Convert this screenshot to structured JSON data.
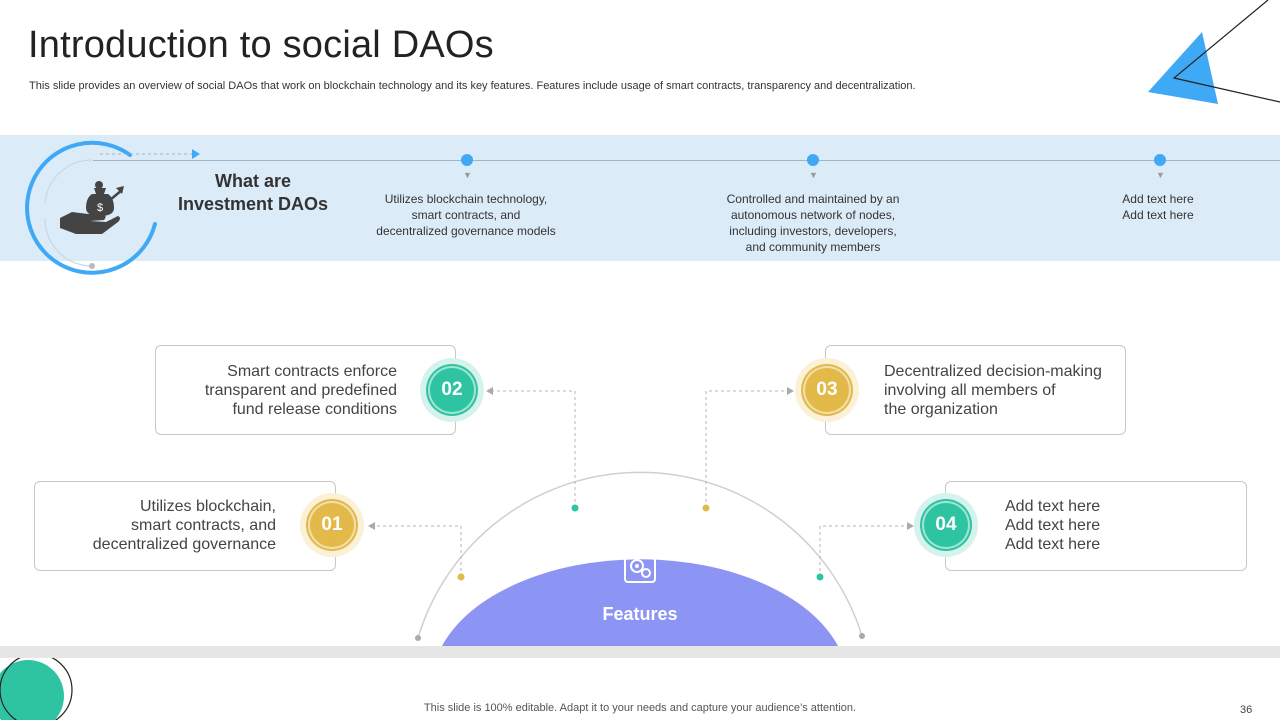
{
  "slide": {
    "title": "Introduction to social DAOs",
    "subtitle": "This slide provides an overview of social DAOs that work on blockchain technology and its key features. Features include usage of smart contracts, transparency and decentralization."
  },
  "band": {
    "heading_line1": "What are",
    "heading_line2": "Investment DAOs",
    "icon": "investment-hand-money-bag-icon",
    "stages": [
      {
        "lines": [
          "Utilizes blockchain technology,",
          "smart contracts, and",
          "decentralized governance  models"
        ]
      },
      {
        "lines": [
          "Controlled and maintained by an",
          "autonomous network of nodes,",
          "including investors, developers,",
          "and community members"
        ]
      },
      {
        "lines": [
          "Add text here",
          "Add text here"
        ]
      }
    ]
  },
  "features": {
    "label": "Features",
    "icon": "clipboard-gears-icon",
    "items": [
      {
        "number": "01",
        "lines": [
          "Utilizes blockchain,",
          "smart contracts, and",
          "decentralized governance"
        ]
      },
      {
        "number": "02",
        "lines": [
          "Smart contracts enforce",
          "transparent and predefined",
          "fund release conditions"
        ]
      },
      {
        "number": "03",
        "lines": [
          "Decentralized decision-making",
          "involving all members of",
          "the organization"
        ]
      },
      {
        "number": "04",
        "lines": [
          "Add text here",
          "Add text here",
          "Add text here"
        ]
      }
    ]
  },
  "footer": {
    "text": "This slide is 100% editable. Adapt it to your needs and capture your audience’s attention.",
    "page_number": "36"
  },
  "colors": {
    "accent_blue": "#3fa9f5",
    "band_bg": "#dcebf8",
    "gold": "#e3b94a",
    "teal": "#2ec4a2",
    "features_purple": "#8c94f4"
  }
}
